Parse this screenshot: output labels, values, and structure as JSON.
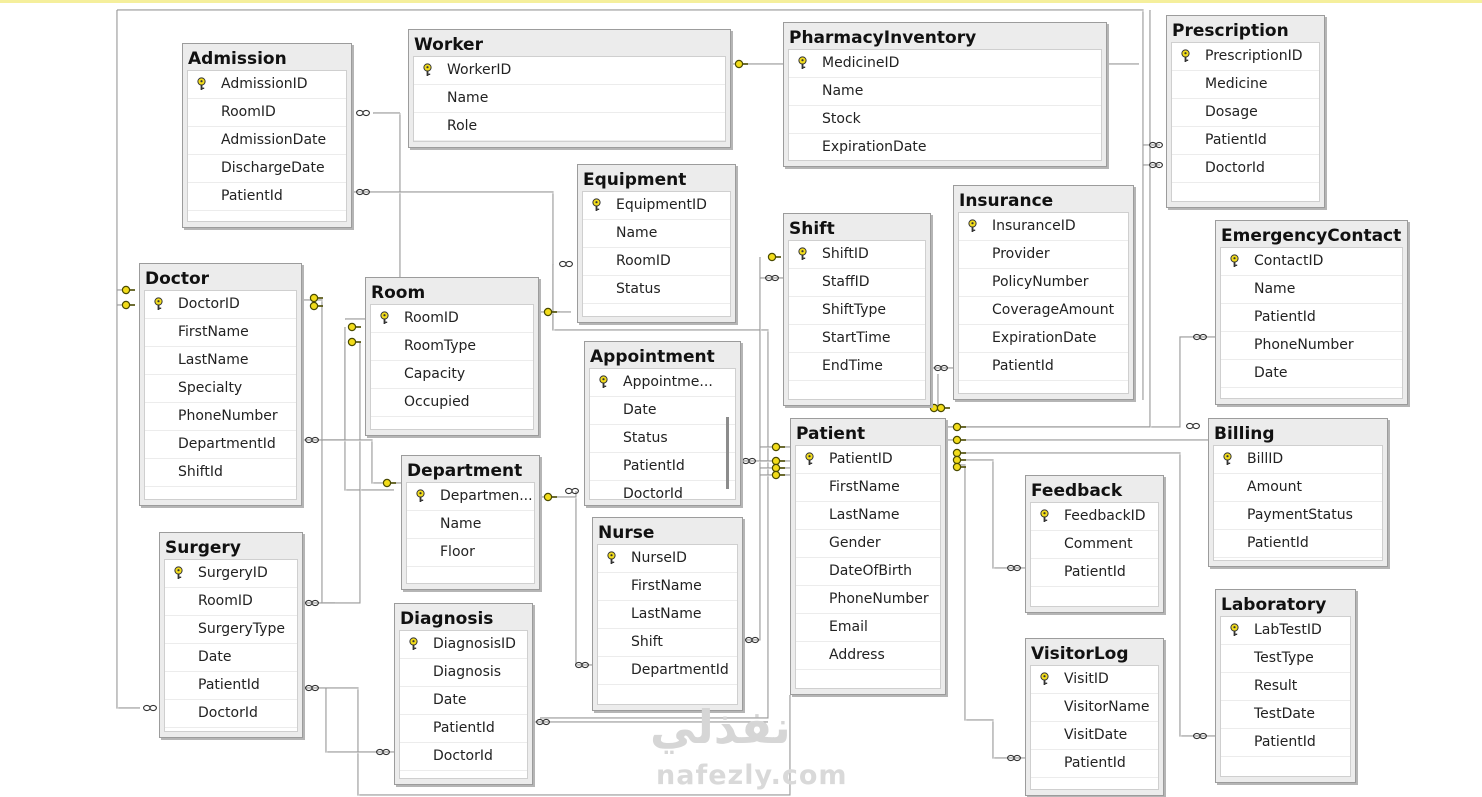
{
  "tables": [
    {
      "name": "Admission",
      "fields": [
        {
          "name": "AdmissionID",
          "pk": true
        },
        {
          "name": "RoomID"
        },
        {
          "name": "AdmissionDate"
        },
        {
          "name": "DischargeDate"
        },
        {
          "name": "PatientId"
        }
      ]
    },
    {
      "name": "Worker",
      "fields": [
        {
          "name": "WorkerID",
          "pk": true
        },
        {
          "name": "Name"
        },
        {
          "name": "Role"
        }
      ]
    },
    {
      "name": "PharmacyInventory",
      "fields": [
        {
          "name": "MedicineID",
          "pk": true
        },
        {
          "name": "Name"
        },
        {
          "name": "Stock"
        },
        {
          "name": "ExpirationDate"
        }
      ]
    },
    {
      "name": "Prescription",
      "fields": [
        {
          "name": "PrescriptionID",
          "pk": true
        },
        {
          "name": "Medicine"
        },
        {
          "name": "Dosage"
        },
        {
          "name": "PatientId"
        },
        {
          "name": "DoctorId"
        }
      ]
    },
    {
      "name": "Equipment",
      "fields": [
        {
          "name": "EquipmentID",
          "pk": true
        },
        {
          "name": "Name"
        },
        {
          "name": "RoomID"
        },
        {
          "name": "Status"
        }
      ]
    },
    {
      "name": "Insurance",
      "fields": [
        {
          "name": "InsuranceID",
          "pk": true
        },
        {
          "name": "Provider"
        },
        {
          "name": "PolicyNumber"
        },
        {
          "name": "CoverageAmount"
        },
        {
          "name": "ExpirationDate"
        },
        {
          "name": "PatientId"
        }
      ]
    },
    {
      "name": "Shift",
      "fields": [
        {
          "name": "ShiftID",
          "pk": true
        },
        {
          "name": "StaffID"
        },
        {
          "name": "ShiftType"
        },
        {
          "name": "StartTime"
        },
        {
          "name": "EndTime"
        }
      ]
    },
    {
      "name": "EmergencyContact",
      "fields": [
        {
          "name": "ContactID",
          "pk": true
        },
        {
          "name": "Name"
        },
        {
          "name": "PatientId"
        },
        {
          "name": "PhoneNumber"
        },
        {
          "name": "Date"
        }
      ]
    },
    {
      "name": "Doctor",
      "fields": [
        {
          "name": "DoctorID",
          "pk": true
        },
        {
          "name": "FirstName"
        },
        {
          "name": "LastName"
        },
        {
          "name": "Specialty"
        },
        {
          "name": "PhoneNumber"
        },
        {
          "name": "DepartmentId"
        },
        {
          "name": "ShiftId"
        }
      ]
    },
    {
      "name": "Room",
      "fields": [
        {
          "name": "RoomID",
          "pk": true
        },
        {
          "name": "RoomType"
        },
        {
          "name": "Capacity"
        },
        {
          "name": "Occupied"
        }
      ]
    },
    {
      "name": "Appointment",
      "fields": [
        {
          "name": "Appointme...",
          "pk": true
        },
        {
          "name": "Date"
        },
        {
          "name": "Status"
        },
        {
          "name": "PatientId"
        },
        {
          "name": "DoctorId"
        }
      ]
    },
    {
      "name": "Patient",
      "fields": [
        {
          "name": "PatientID",
          "pk": true
        },
        {
          "name": "FirstName"
        },
        {
          "name": "LastName"
        },
        {
          "name": "Gender"
        },
        {
          "name": "DateOfBirth"
        },
        {
          "name": "PhoneNumber"
        },
        {
          "name": "Email"
        },
        {
          "name": "Address"
        }
      ]
    },
    {
      "name": "Billing",
      "fields": [
        {
          "name": "BillID",
          "pk": true
        },
        {
          "name": "Amount"
        },
        {
          "name": "PaymentStatus"
        },
        {
          "name": "PatientId"
        }
      ]
    },
    {
      "name": "Department",
      "fields": [
        {
          "name": "Departmen...",
          "pk": true
        },
        {
          "name": "Name"
        },
        {
          "name": "Floor"
        }
      ]
    },
    {
      "name": "Feedback",
      "fields": [
        {
          "name": "FeedbackID",
          "pk": true
        },
        {
          "name": "Comment"
        },
        {
          "name": "PatientId"
        }
      ]
    },
    {
      "name": "Nurse",
      "fields": [
        {
          "name": "NurseID",
          "pk": true
        },
        {
          "name": "FirstName"
        },
        {
          "name": "LastName"
        },
        {
          "name": "Shift"
        },
        {
          "name": "DepartmentId"
        }
      ]
    },
    {
      "name": "Surgery",
      "fields": [
        {
          "name": "SurgeryID",
          "pk": true
        },
        {
          "name": "RoomID"
        },
        {
          "name": "SurgeryType"
        },
        {
          "name": "Date"
        },
        {
          "name": "PatientId"
        },
        {
          "name": "DoctorId"
        }
      ]
    },
    {
      "name": "Diagnosis",
      "fields": [
        {
          "name": "DiagnosisID",
          "pk": true
        },
        {
          "name": "Diagnosis"
        },
        {
          "name": "Date"
        },
        {
          "name": "PatientId"
        },
        {
          "name": "DoctorId"
        }
      ]
    },
    {
      "name": "VisitorLog",
      "fields": [
        {
          "name": "VisitID",
          "pk": true
        },
        {
          "name": "VisitorName"
        },
        {
          "name": "VisitDate"
        },
        {
          "name": "PatientId"
        }
      ]
    },
    {
      "name": "Laboratory",
      "fields": [
        {
          "name": "LabTestID",
          "pk": true
        },
        {
          "name": "TestType"
        },
        {
          "name": "Result"
        },
        {
          "name": "TestDate"
        },
        {
          "name": "PatientId"
        }
      ]
    }
  ],
  "watermark": {
    "arabic": "نفذلي",
    "latin": "nafezly.com"
  },
  "colors": {
    "key": "#e8d21a",
    "line": "#9a9a9a",
    "title_bar": "#ececec"
  },
  "icons": {
    "primary_key": "key-icon",
    "relationship_one": "key-endpoint-icon",
    "relationship_many": "infinity-endpoint-icon"
  }
}
